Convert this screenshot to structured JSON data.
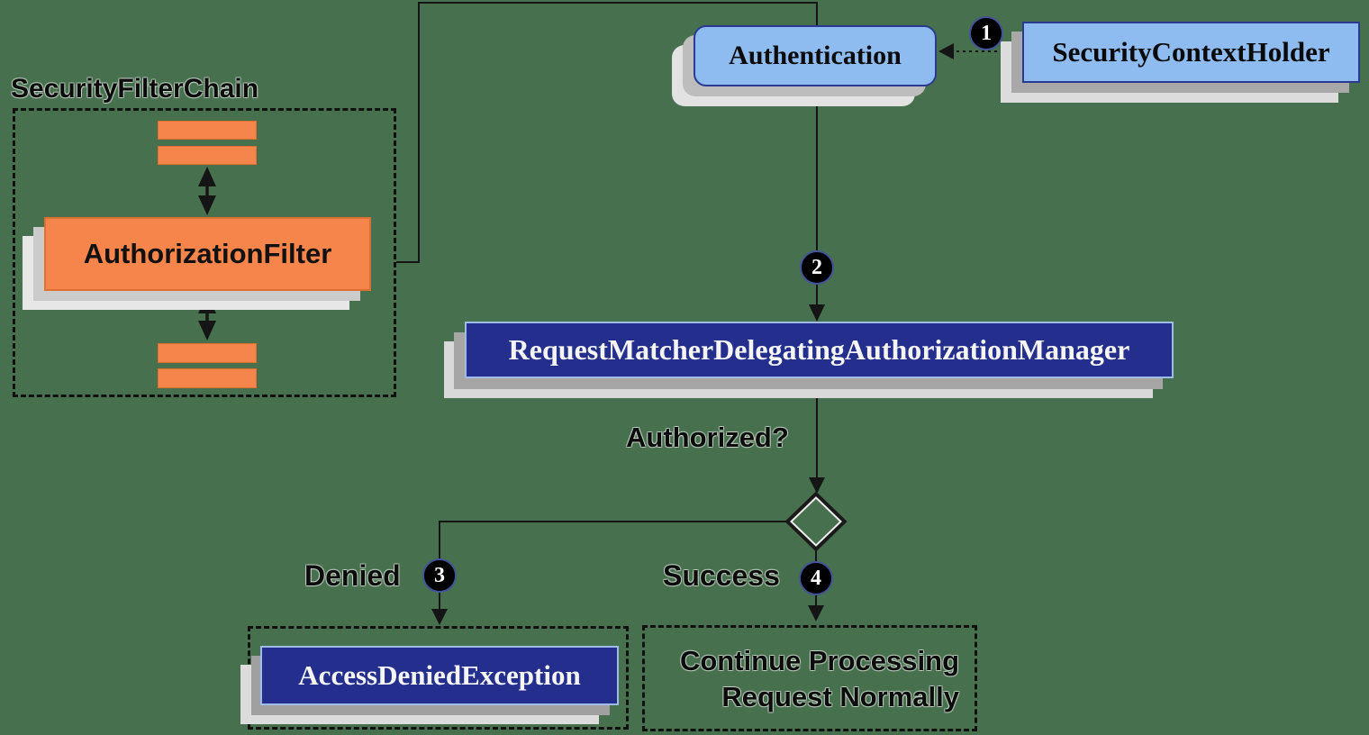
{
  "labels": {
    "security_filter_chain": "SecurityFilterChain",
    "authorization_filter": "AuthorizationFilter",
    "authentication": "Authentication",
    "security_context_holder": "SecurityContextHolder",
    "authorization_manager": "RequestMatcherDelegatingAuthorizationManager",
    "authorized_question": "Authorized?",
    "denied": "Denied",
    "success": "Success",
    "access_denied_exception": "AccessDeniedException",
    "continue_line1": "Continue Processing",
    "continue_line2": "Request Normally"
  },
  "steps": {
    "one": "1",
    "two": "2",
    "three": "3",
    "four": "4"
  },
  "colors": {
    "background": "#47714E",
    "orange_fill": "#F5854B",
    "orange_border": "#DF7031",
    "blue_fill": "#8FBCF0",
    "blue_border": "#2B3A91",
    "navy_fill": "#232E8D",
    "navy_border": "#9FBCE8",
    "line": "#151515",
    "shadow_dark": "#A6A6A6",
    "shadow_light": "#DCDCDC",
    "badge_ring": "#44549A"
  }
}
